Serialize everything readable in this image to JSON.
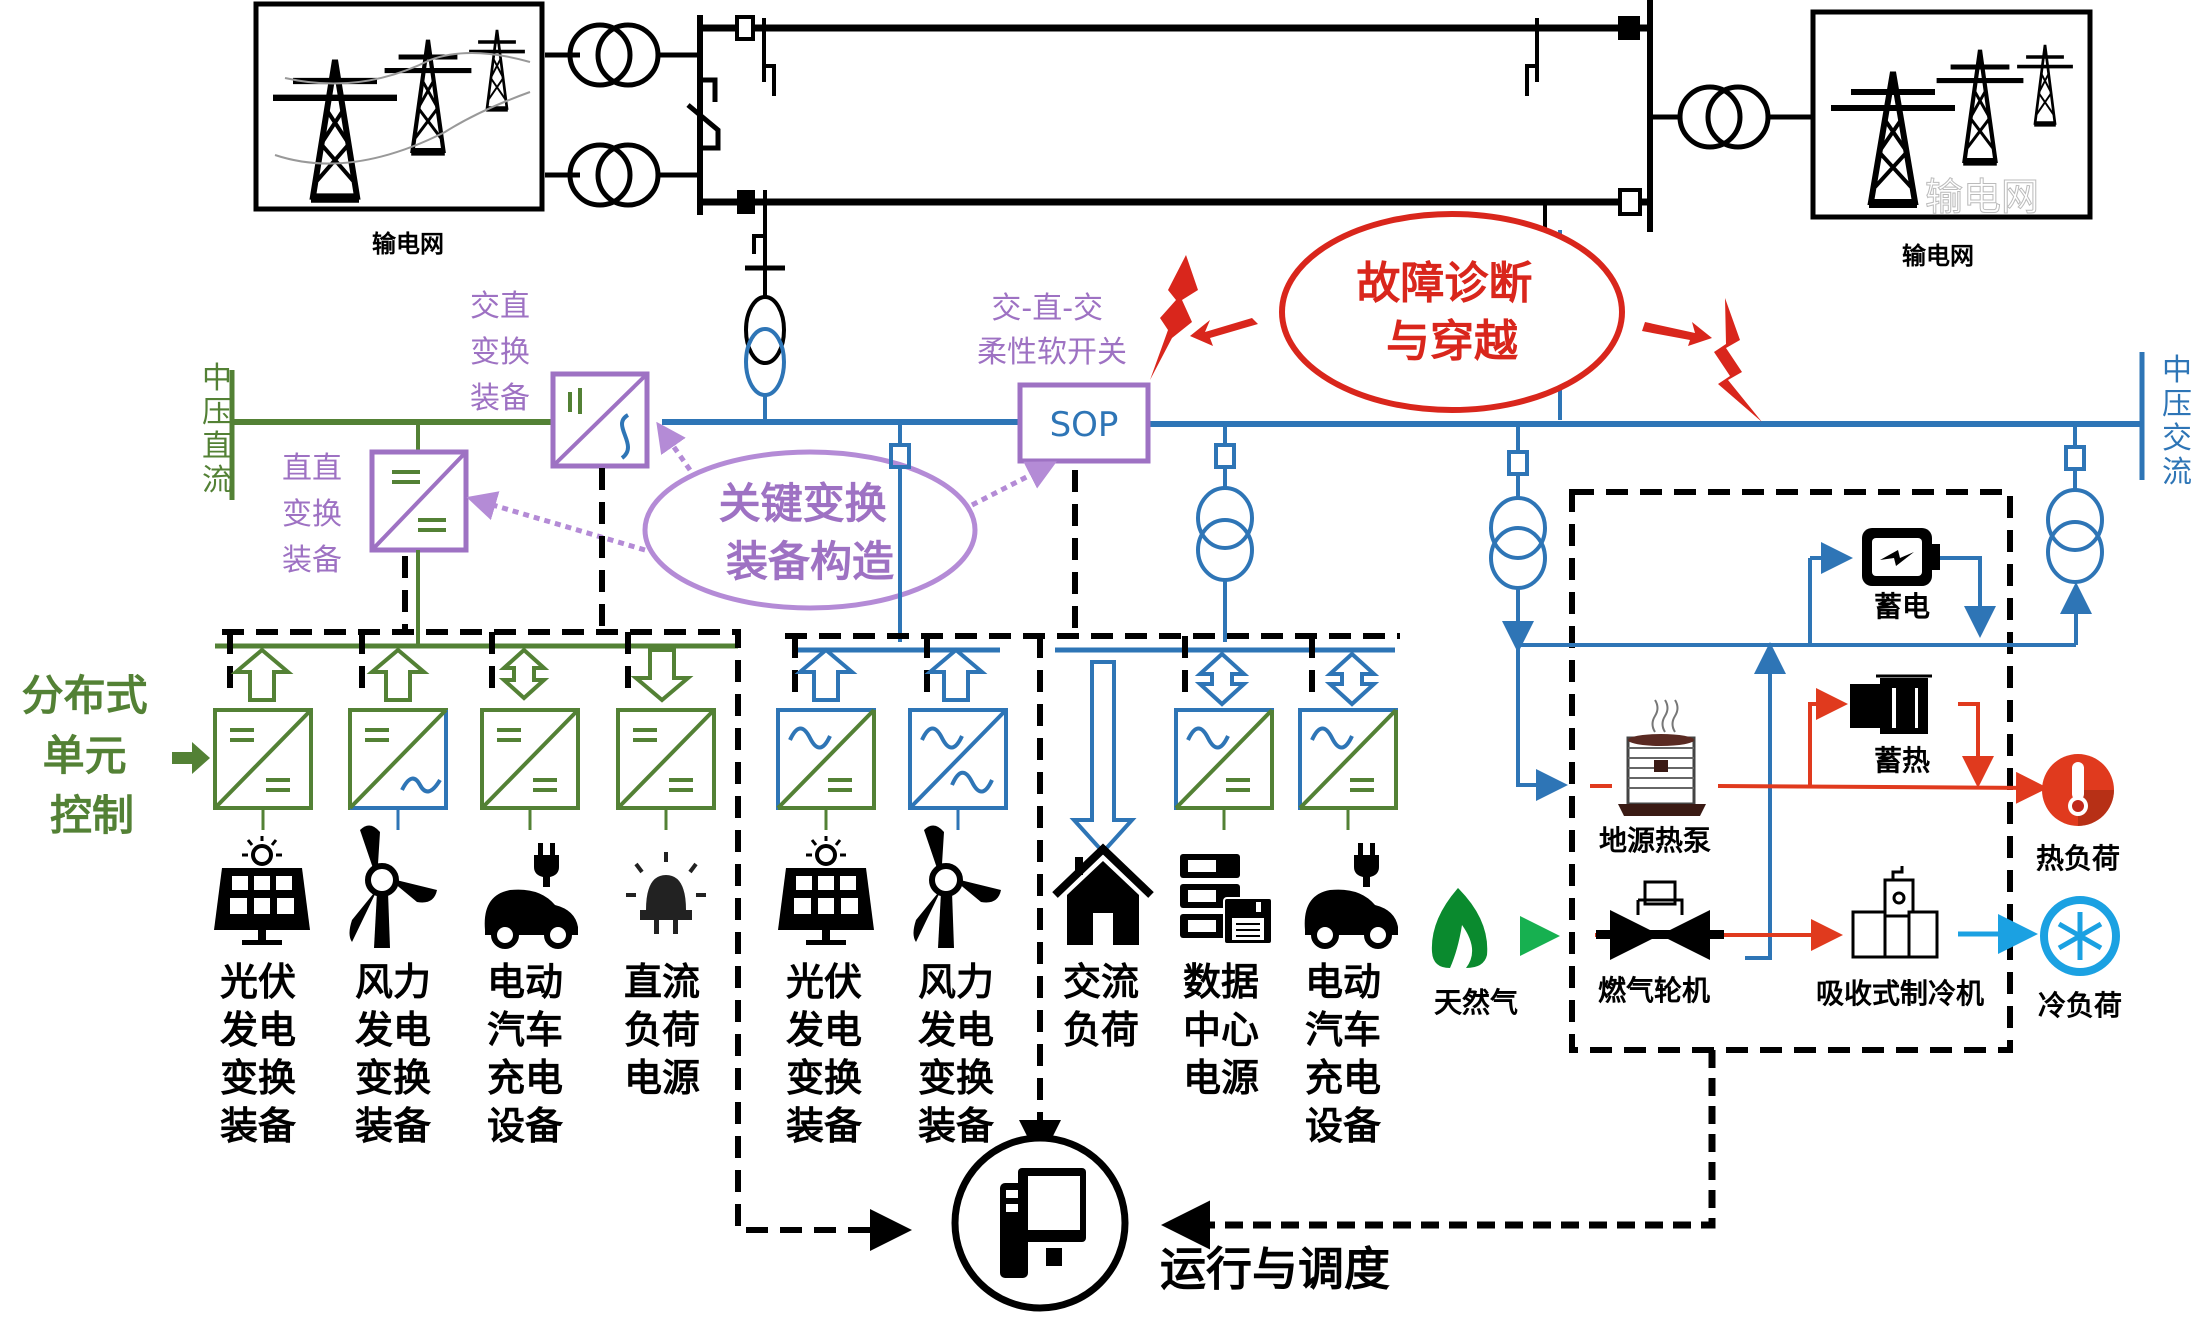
{
  "transmission": {
    "left_label": "输电网",
    "right_label": "输电网",
    "watermark": "输电网"
  },
  "buses": {
    "mv_dc_label": [
      "中",
      "压",
      "直",
      "流"
    ],
    "mv_ac_label": [
      "中",
      "压",
      "交",
      "流"
    ]
  },
  "converters": {
    "acdc_label": [
      "交直",
      "变换",
      "装备"
    ],
    "dcdc_label": [
      "直直",
      "变换",
      "装备"
    ],
    "sop_label": [
      "交-直-交",
      "柔性软开关"
    ],
    "sop_box": "SOP"
  },
  "callouts": {
    "key_equipment": [
      "关键变换",
      "装备构造"
    ],
    "fault": [
      "故障诊断",
      "与穿越"
    ],
    "distributed_control": [
      "分布式",
      "单元",
      "控制"
    ],
    "dispatch": "运行与调度"
  },
  "dc_units": [
    {
      "name": "pv",
      "label": [
        "光伏",
        "发电",
        "变换",
        "装备"
      ],
      "flow": "up",
      "output": "dc"
    },
    {
      "name": "wind",
      "label": [
        "风力",
        "发电",
        "变换",
        "装备"
      ],
      "flow": "up",
      "output": "ac"
    },
    {
      "name": "ev",
      "label": [
        "电动",
        "汽车",
        "充电",
        "设备"
      ],
      "flow": "both",
      "output": "dc"
    },
    {
      "name": "dc-load",
      "label": [
        "直流",
        "负荷",
        "电源"
      ],
      "flow": "down",
      "output": "dc"
    }
  ],
  "ac_units": [
    {
      "name": "pv",
      "label": [
        "光伏",
        "发电",
        "变换",
        "装备"
      ],
      "flow": "up"
    },
    {
      "name": "wind",
      "label": [
        "风力",
        "发电",
        "变换",
        "装备"
      ],
      "flow": "up"
    },
    {
      "name": "ac-load",
      "label": [
        "交流",
        "负荷"
      ],
      "flow": "down"
    },
    {
      "name": "datacenter",
      "label": [
        "数据",
        "中心",
        "电源"
      ],
      "flow": "both"
    },
    {
      "name": "ev",
      "label": [
        "电动",
        "汽车",
        "充电",
        "设备"
      ],
      "flow": "both"
    }
  ],
  "energy_hub": {
    "battery": "蓄电",
    "heat_storage": "蓄热",
    "ground_heat_pump": "地源热泵",
    "gas_turbine": "燃气轮机",
    "absorption_chiller": "吸收式制冷机",
    "natural_gas": "天然气",
    "heat_load": "热负荷",
    "cold_load": "冷负荷"
  },
  "colors": {
    "dc_green": "#538135",
    "ac_blue": "#2e75b6",
    "purple": "#9e72c3",
    "fault_red": "#d9261c",
    "heat_red": "#e03a1e",
    "cold_cyan": "#1ba1e2",
    "gas_green": "#0a8a2e"
  }
}
